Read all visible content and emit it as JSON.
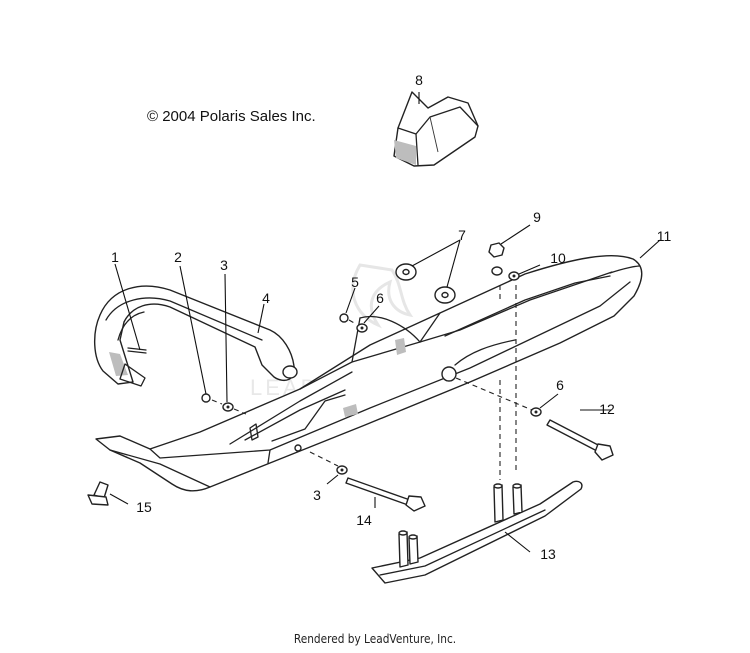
{
  "copyright": "© 2004 Polaris Sales Inc.",
  "footer": "Rendered by LeadVenture, Inc.",
  "watermark": "LEADVENTURE",
  "callouts": [
    "1",
    "2",
    "3",
    "4",
    "5",
    "6",
    "7",
    "8",
    "9",
    "10",
    "11",
    "12",
    "13",
    "14",
    "15",
    "3",
    "6"
  ]
}
